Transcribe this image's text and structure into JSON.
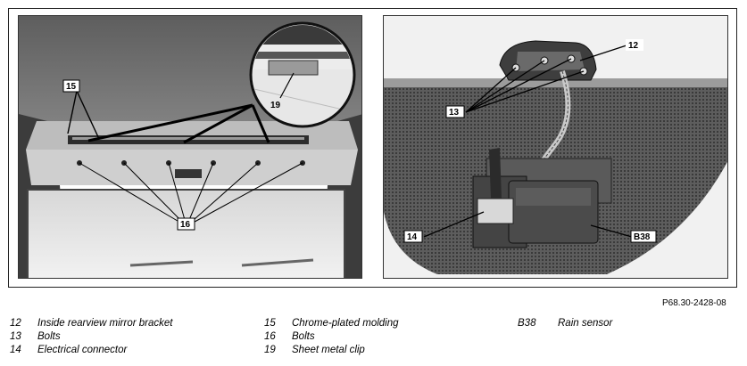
{
  "figure": {
    "reference": "P68.30-2428-08",
    "left_callouts": [
      "15",
      "16",
      "19"
    ],
    "right_callouts": [
      "12",
      "13",
      "14",
      "B38"
    ]
  },
  "legend": {
    "col1": [
      {
        "num": "12",
        "text": "Inside rearview mirror bracket"
      },
      {
        "num": "13",
        "text": "Bolts"
      },
      {
        "num": "14",
        "text": "Electrical connector"
      }
    ],
    "col2": [
      {
        "num": "15",
        "text": "Chrome-plated molding"
      },
      {
        "num": "16",
        "text": "Bolts"
      },
      {
        "num": "19",
        "text": "Sheet metal clip"
      }
    ],
    "col3": [
      {
        "num": "B38",
        "text": "Rain sensor"
      }
    ]
  }
}
